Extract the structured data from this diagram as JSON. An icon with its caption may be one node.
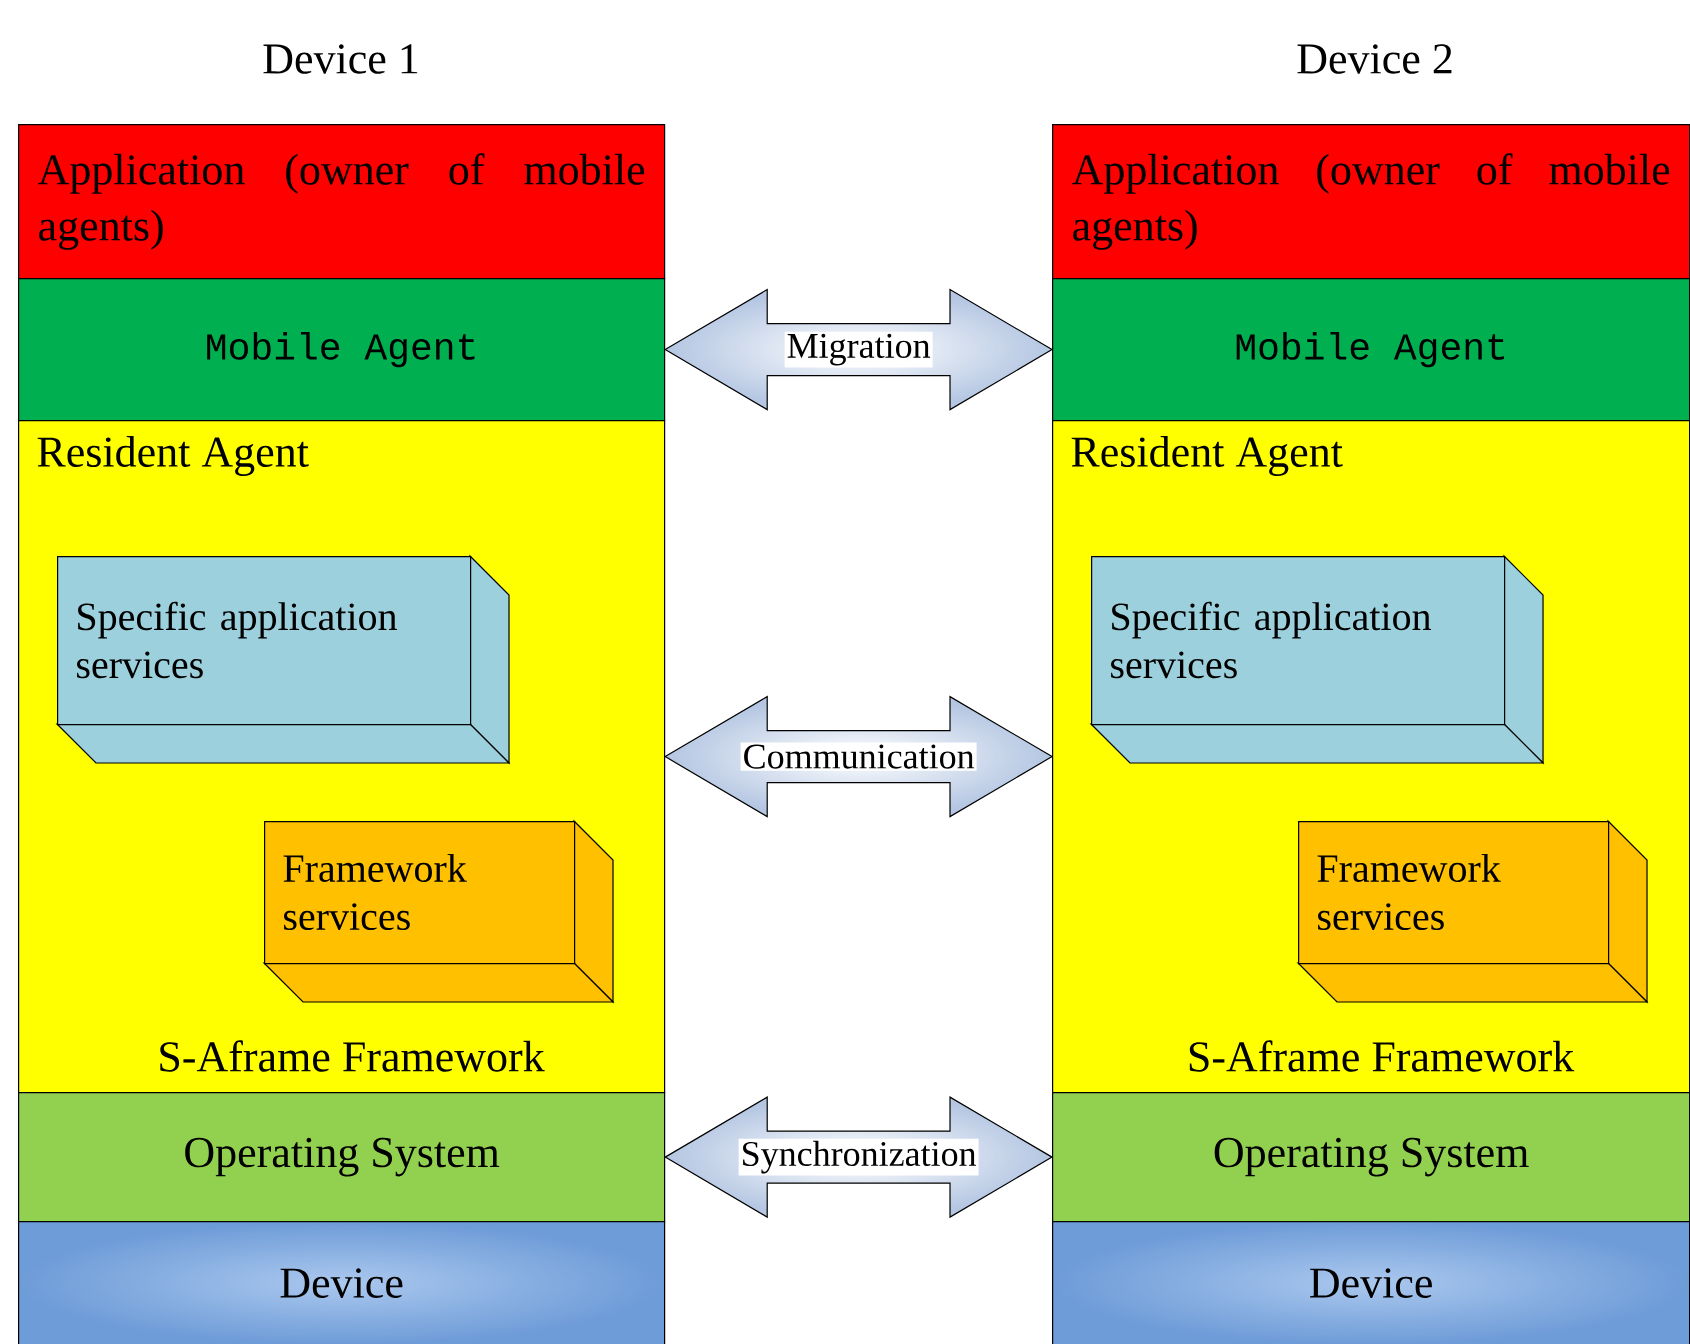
{
  "diagram": {
    "nodes": [
      {
        "text": [
          "Application (owner of mobile agents)"
        ]
      },
      {
        "text": [
          "Mobile Agent"
        ]
      },
      {
        "text": [
          "Resident Agent",
          "S-Aframe Framework"
        ]
      },
      {
        "text": [
          "Specific application services"
        ],
        "in": 2
      },
      {
        "text": [
          "Framework services"
        ],
        "in": 2
      },
      {
        "text": [
          "Operating System"
        ]
      },
      {
        "text": [
          "Device"
        ]
      },
      {
        "text": [
          "Application (owner of mobile agents)"
        ]
      },
      {
        "text": [
          "Mobile Agent"
        ]
      },
      {
        "text": [
          "Resident Agent",
          "S-Aframe Framework"
        ]
      },
      {
        "text": [
          "Specific application services"
        ],
        "in": 9
      },
      {
        "text": [
          "Framework services"
        ],
        "in": 9
      },
      {
        "text": [
          "Operating System"
        ]
      },
      {
        "text": [
          "Device"
        ]
      }
    ],
    "edges": [
      {
        "from": 1,
        "to": 8,
        "arrow": "both",
        "label": "Migration"
      },
      {
        "from": 2,
        "to": 9,
        "arrow": "both",
        "label": "Communication"
      },
      {
        "from": 5,
        "to": 12,
        "arrow": "both",
        "label": "Synchronization"
      }
    ],
    "labels": [
      "Device 1",
      "Device 2"
    ]
  }
}
